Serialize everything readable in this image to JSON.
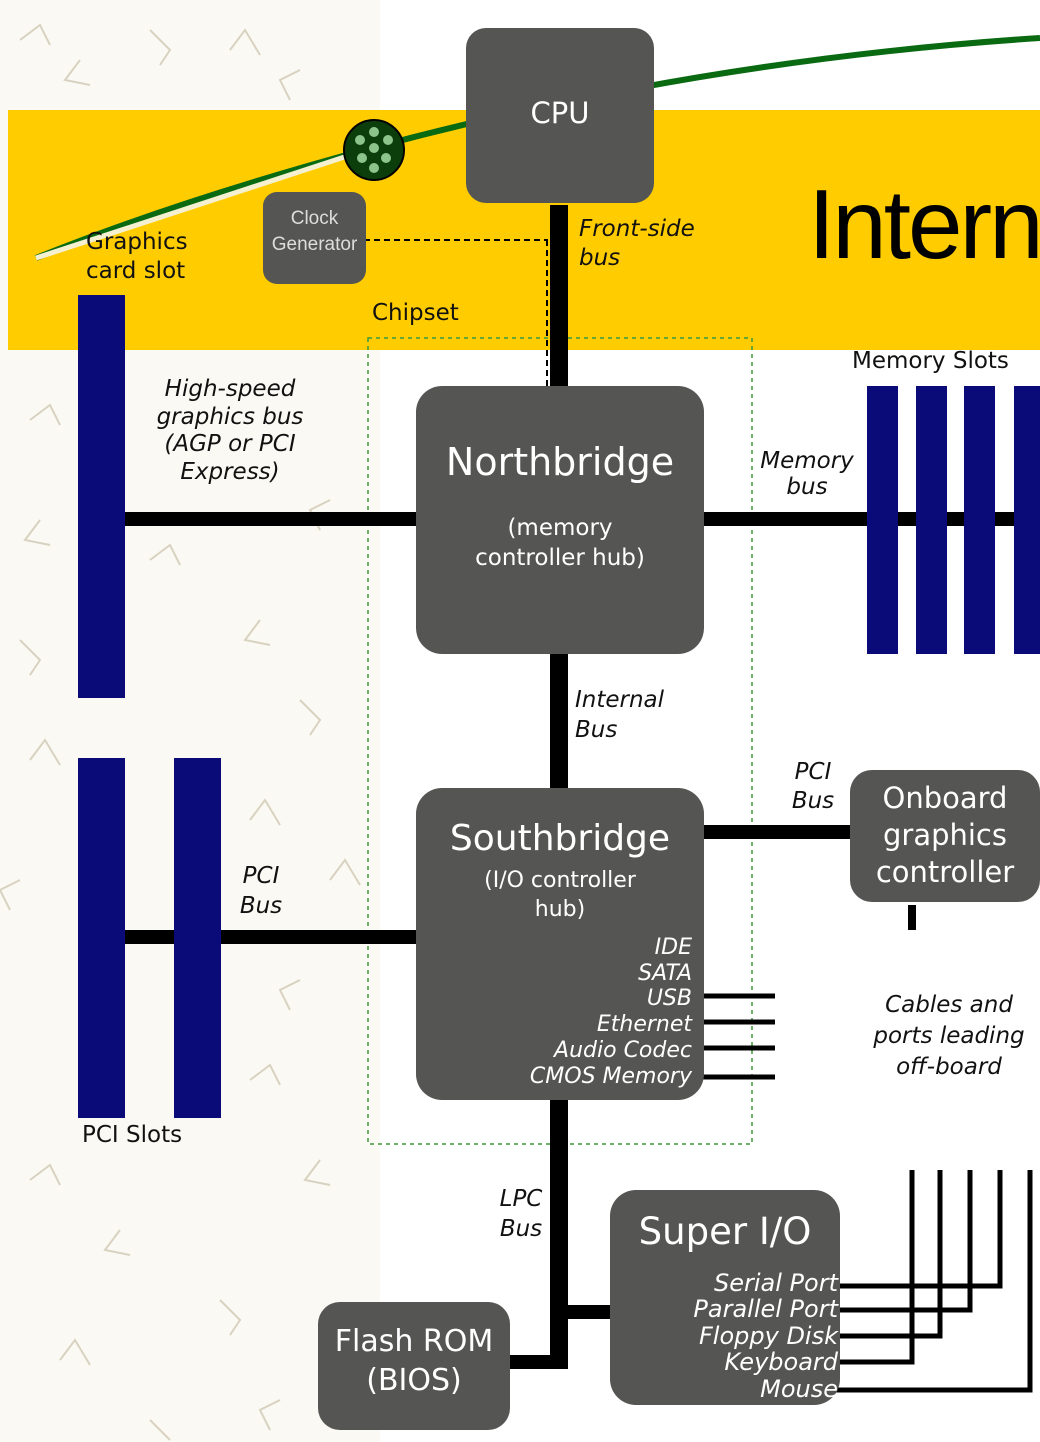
{
  "slide_title": "Intern",
  "cpu": "CPU",
  "clock_generator": "Clock\nGenerator",
  "graphics_card_slot": "Graphics\ncard slot",
  "chipset": "Chipset",
  "front_side_bus": "Front-side\nbus",
  "memory_slots": "Memory Slots",
  "memory_bus": "Memory\nbus",
  "high_speed_graphics_bus": "High-speed\ngraphics bus\n(AGP or PCI\nExpress)",
  "northbridge": {
    "title": "Northbridge",
    "subtitle": "(memory\ncontroller hub)"
  },
  "internal_bus": "Internal\nBus",
  "southbridge": {
    "title": "Southbridge",
    "subtitle": "(I/O controller\nhub)",
    "ports": "IDE\nSATA\nUSB\nEthernet\nAudio Codec\nCMOS Memory"
  },
  "pci_bus_right": "PCI\nBus",
  "onboard_graphics": "Onboard\ngraphics\ncontroller",
  "pci_bus_left": "PCI\nBus",
  "pci_slots": "PCI Slots",
  "cables_ports": "Cables and\nports leading\noff-board",
  "lpc_bus": "LPC\nBus",
  "super_io": {
    "title": "Super I/O",
    "ports": "Serial Port\nParallel Port\nFloppy Disk\nKeyboard\nMouse"
  },
  "flash_rom": "Flash ROM\n(BIOS)",
  "colors": {
    "band": "#ffcc00",
    "box": "#555553",
    "slot": "#0a0a78",
    "green_line": "#0a6a12"
  }
}
